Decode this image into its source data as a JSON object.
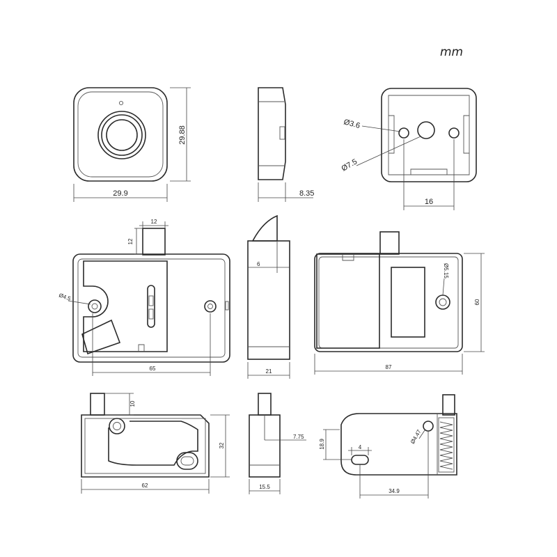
{
  "unit": "mm",
  "dimensions": {
    "front_width": "29.9",
    "front_height": "29.88",
    "side_depth": "8.35",
    "hole_small": "Ø3.6",
    "hole_large": "Ø7.5",
    "hole_spacing": "16",
    "bolt_width": "12",
    "bolt_length": "12",
    "mount_hole": "Ø4.5",
    "body_length": "65",
    "side_offset": "6",
    "side_width": "21",
    "back_hole": "Ø5.15",
    "back_height": "60",
    "back_width": "87",
    "small_bolt": "10",
    "small_height": "32",
    "small_width": "62",
    "small_side_offset": "7.75",
    "small_side_width": "15.5",
    "slot_height": "18.9",
    "slot_width": "4",
    "spring_hole": "Ø4.47",
    "slot_distance": "34.9"
  }
}
